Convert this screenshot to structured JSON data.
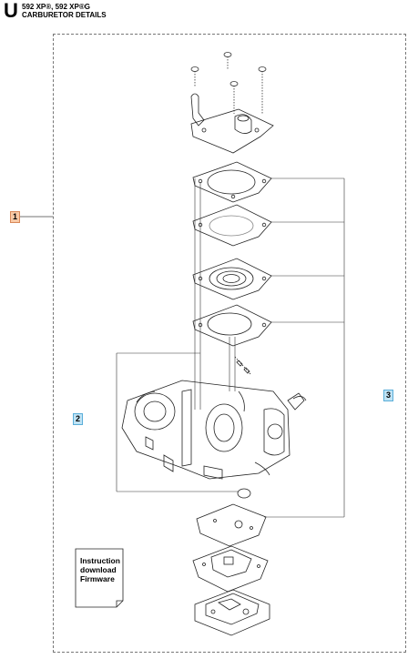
{
  "header": {
    "letter": "U",
    "models": "592 XP®, 592 XP®G",
    "subtitle": "CARBURETOR DETAILS"
  },
  "callouts": [
    {
      "id": "1",
      "color": "#f8c9a6"
    },
    {
      "id": "2",
      "color": "#bfe3f5"
    },
    {
      "id": "3",
      "color": "#bfe3f5"
    }
  ],
  "instruction": {
    "line1": "Instruction",
    "line2": "download",
    "line3": "Firmware"
  }
}
